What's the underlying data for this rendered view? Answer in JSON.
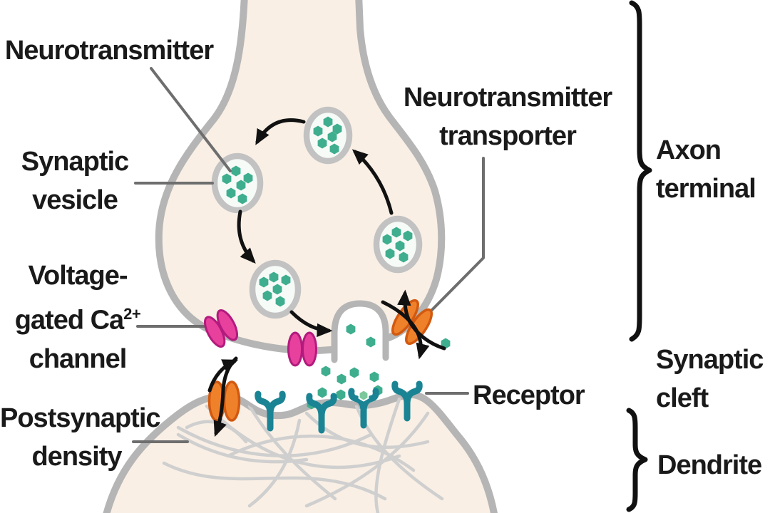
{
  "colors": {
    "cream": "#f9efe5",
    "membrane": "#b5b5b5",
    "ring": "#c2c2c2",
    "fiber": "#cfcfcf",
    "teal": "#3fae8e",
    "teal-light": "#7cc79b",
    "receptor": "#1a8494",
    "magenta": "#e8419d",
    "magenta-dark": "#b21b7d",
    "orange": "#f0812b",
    "orange-dark": "#d2590f",
    "ink": "#1a1a1a",
    "leader": "#6e6e6e",
    "arrow": "#111111",
    "paper": "#ffffff"
  },
  "callouts": {
    "neurotransmitter": {
      "label": "Neurotransmitter"
    },
    "synaptic_vesicle": {
      "line1": "Synaptic",
      "line2": "vesicle"
    },
    "voltage_gated": {
      "line1": "Voltage-",
      "line2_pre": "gated Ca",
      "line2_sup": "2+",
      "line3": "channel"
    },
    "postsynaptic_density": {
      "line1": "Postsynaptic",
      "line2": "density"
    },
    "transporter": {
      "line1": "Neurotransmitter",
      "line2": "transporter"
    },
    "receptor": {
      "label": "Receptor"
    }
  },
  "regions": {
    "axon_terminal": {
      "line1": "Axon",
      "line2": "terminal"
    },
    "synaptic_cleft": {
      "line1": "Synaptic",
      "line2": "cleft"
    },
    "dendrite": {
      "label": "Dendrite"
    }
  }
}
